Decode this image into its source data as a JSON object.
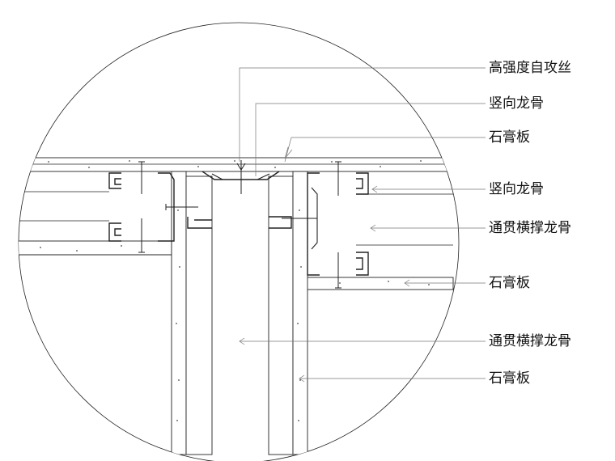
{
  "callouts": [
    {
      "id": "c1",
      "label": "高强度自攻丝"
    },
    {
      "id": "c2",
      "label": "竖向龙骨"
    },
    {
      "id": "c3",
      "label": "石膏板"
    },
    {
      "id": "c4",
      "label": "竖向龙骨"
    },
    {
      "id": "c5",
      "label": "通贯横撑龙骨"
    },
    {
      "id": "c6",
      "label": "石膏板"
    },
    {
      "id": "c7",
      "label": "通贯横撑龙骨"
    },
    {
      "id": "c8",
      "label": "石膏板"
    }
  ]
}
